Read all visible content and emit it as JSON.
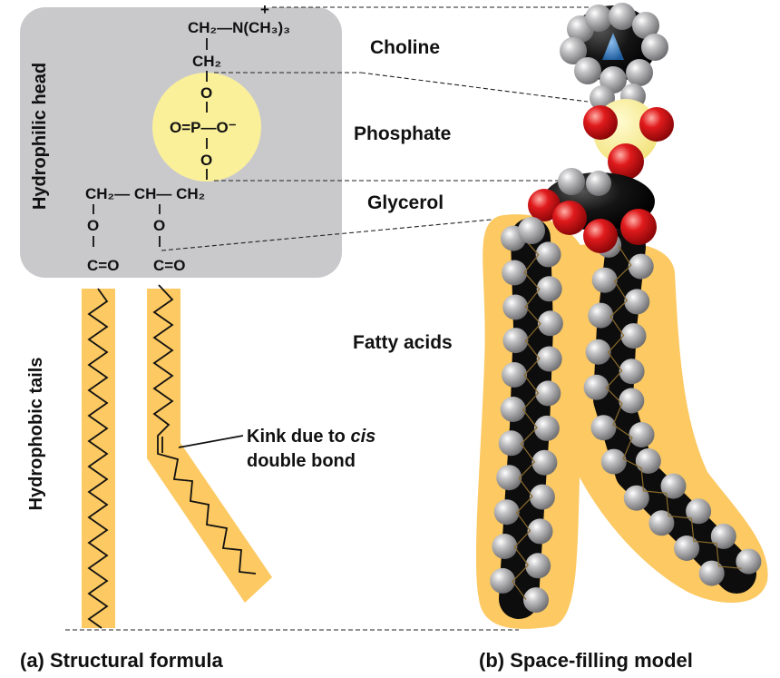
{
  "labels": {
    "hydrophilic_head": "Hydrophilic head",
    "hydrophobic_tails": "Hydrophobic tails",
    "choline": "Choline",
    "phosphate": "Phosphate",
    "glycerol": "Glycerol",
    "fatty_acids": "Fatty acids",
    "kink_line1_pre": "Kink due to ",
    "kink_line1_italic": "cis",
    "kink_line2": "double bond",
    "caption_a": "(a) Structural formula",
    "caption_b": "(b) Space-filling model"
  },
  "formula": {
    "ch2_n": "CH₂—N(CH₃)₃",
    "plus": "+",
    "ch2_top": "CH₂",
    "o_top": "O",
    "p_row": "O=P—O⁻",
    "o_bottom": "O",
    "glycerol_row": "CH₂— CH— CH₂",
    "o_left": "O",
    "o_mid": "O",
    "co_left": "C=O",
    "co_mid": "C=O"
  },
  "colors": {
    "head_box": "#c9c9cc",
    "phosphate_circle": "#faf09a",
    "tail_band": "#fcc962",
    "carbon": "#111111",
    "hydrogen": "#9a9a9c",
    "oxygen": "#d8141a",
    "nitrogen": "#2d6fb4"
  }
}
